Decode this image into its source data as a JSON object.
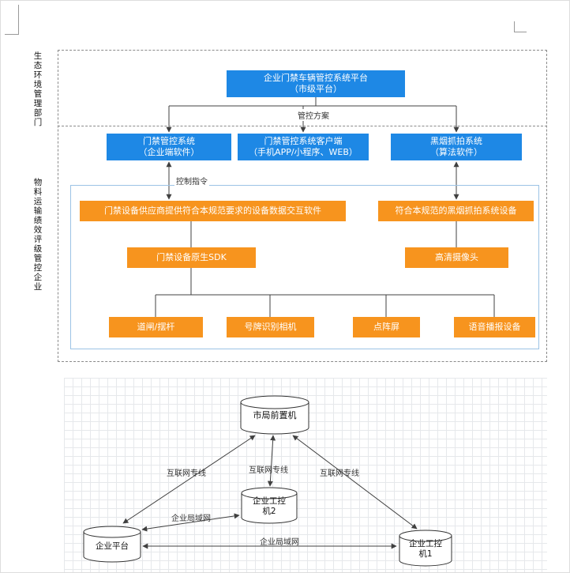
{
  "colors": {
    "blue": "#1E88E5",
    "orange": "#F7941E",
    "container-border": "#9CC3E5",
    "line": "#404040",
    "dash": "#8a8a8a",
    "grid": "#e6e8eb"
  },
  "left_labels": {
    "top": "生态环境管理部门",
    "bottom": "物料运输绩效评级管控企业"
  },
  "diagram1": {
    "platform": {
      "line1": "企业门禁车辆管控系统平台",
      "line2": "（市级平台）"
    },
    "edge_labels": {
      "plan": "管控方案",
      "command": "控制指令"
    },
    "blue_boxes": [
      {
        "line1": "门禁管控系统",
        "line2": "（企业端软件）"
      },
      {
        "line1": "门禁管控系统客户端",
        "line2": "（手机APP/小程序、WEB）"
      },
      {
        "line1": "黑烟抓拍系统",
        "line2": "（算法软件）"
      }
    ],
    "orange_boxes": {
      "sdk_provider": "门禁设备供应商提供符合本规范要求的设备数据交互软件",
      "smoke_device": "符合本规范的黑烟抓拍系统设备",
      "sdk": "门禁设备原生SDK",
      "camera": "高清摄像头"
    },
    "devices": [
      "道闸/摆杆",
      "号牌识别相机",
      "点阵屏",
      "语音播报设备"
    ]
  },
  "diagram2": {
    "nodes": {
      "city_server": "市局前置机",
      "plc2": {
        "line1": "企业工控",
        "line2": "机2"
      },
      "enterprise_platform": "企业平台",
      "plc1": {
        "line1": "企业工控",
        "line2": "机1"
      }
    },
    "edge_labels": {
      "internet1": "互联网专线",
      "internet2": "互联网专线",
      "internet3": "互联网专线",
      "lan1": "企业局域网",
      "lan2": "企业局域网"
    }
  }
}
